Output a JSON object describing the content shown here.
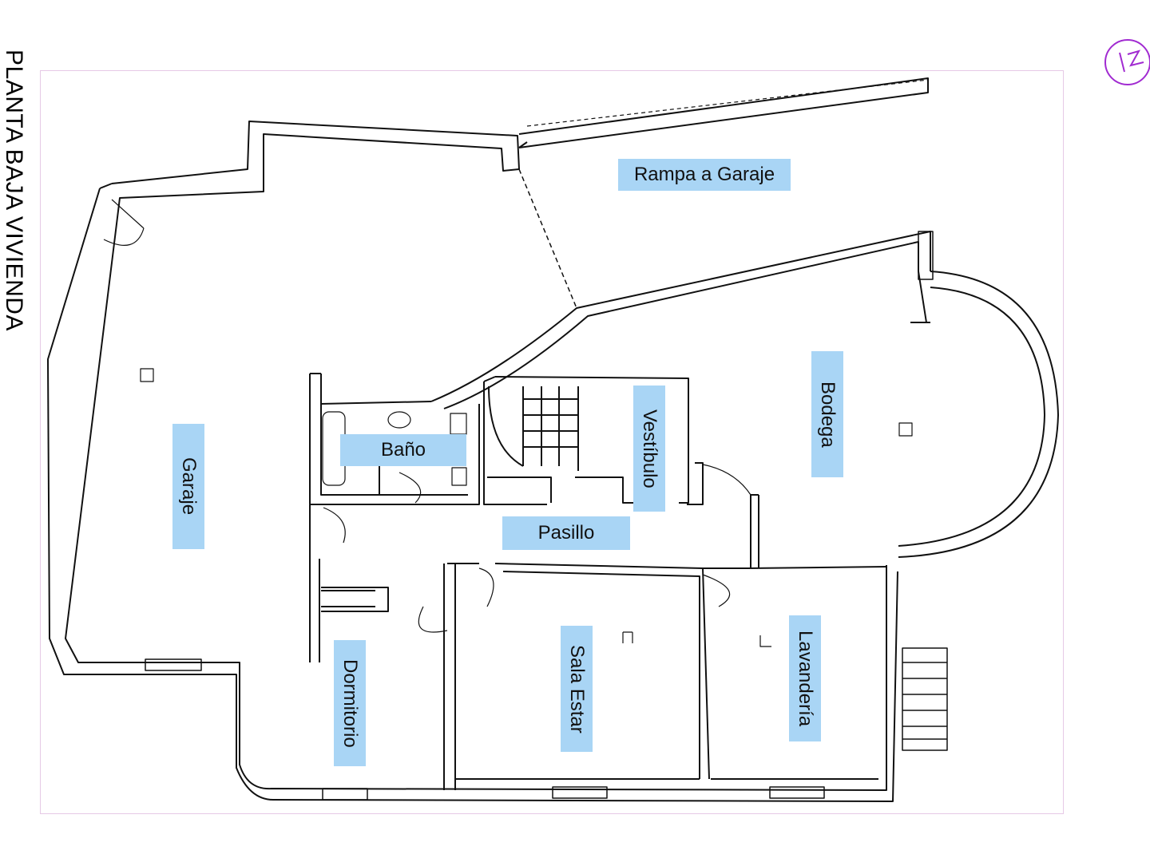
{
  "title": "PLANTA BAJA VIVIENDA",
  "colors": {
    "label_background": "#a9d5f5",
    "wall": "#111111",
    "frame": "#e6c9e6",
    "logo": "#a12bd1"
  },
  "rooms": {
    "rampa": "Rampa a Garaje",
    "bodega": "Bodega",
    "garaje": "Garaje",
    "bano": "Baño",
    "vestibulo": "Vestíbulo",
    "pasillo": "Pasillo",
    "sala": "Sala Estar",
    "lavanderia": "Lavandería",
    "dormitorio": "Dormitorio"
  }
}
